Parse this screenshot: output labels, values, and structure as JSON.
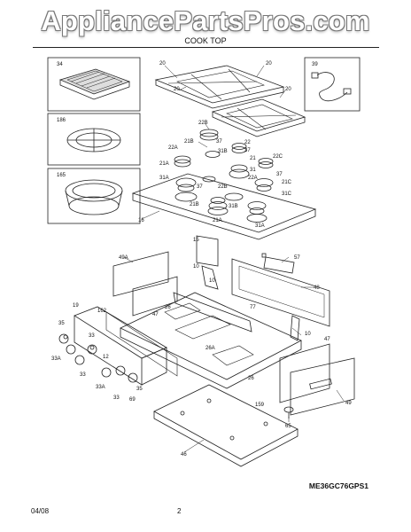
{
  "watermark": "AppliancePartsPros.com",
  "section_title": "COOK TOP",
  "model": "ME36GC76GPS1",
  "footer": {
    "date": "04/08",
    "page": "2"
  },
  "labels": {
    "l34": "34",
    "l186": "186",
    "l165": "165",
    "l39": "39",
    "l20a": "20",
    "l20b": "20",
    "l20c": "20",
    "l20d": "20",
    "l22b": "22B",
    "l21b1": "21B",
    "l37a": "37",
    "l22": "22",
    "l22a": "22A",
    "l31b": "31B",
    "l37b": "37",
    "l21": "21",
    "l22c": "22C",
    "l21a1": "21A",
    "l31": "31",
    "l37c": "37",
    "l31a": "31A",
    "l37d": "37",
    "l22b2": "22B",
    "l22a2": "22A",
    "l21c": "21C",
    "l31c": "31C",
    "l21b2": "21B",
    "l31b2": "31B",
    "l21a2": "21A",
    "l31a2": "31A",
    "l16": "16",
    "l15": "15",
    "l10a": "10",
    "l57": "57",
    "l49a": "49A",
    "l48": "48",
    "l10b": "10",
    "l47a": "47",
    "l19": "19",
    "l162": "162",
    "l26": "26",
    "l77": "77",
    "l35a": "35",
    "l33a": "33A",
    "l33b": "33",
    "l26a": "26A",
    "l10c": "10",
    "l47b": "47",
    "l33c": "33",
    "l12": "12",
    "l35b": "35",
    "l33a2": "33A",
    "l33d": "33",
    "l69": "69",
    "l26b": "26",
    "l159": "159",
    "l49": "49",
    "l65": "65",
    "l46": "46"
  }
}
